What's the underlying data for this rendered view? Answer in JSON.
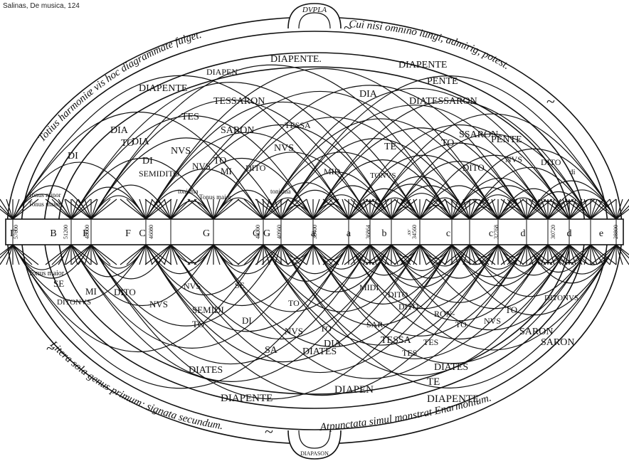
{
  "caption": "Salinas, De musica, 124",
  "top_inscription_left": "Totius harmoniæ vis hoc diagrammate fulget.",
  "top_inscription_right": "Cui nisi omnino iungi, admirig, potest.",
  "top_label": "DVPLA",
  "bottom_inscription_left": "Litera sola genus primum: signata secundum.",
  "bottom_inscription_right": "Atpunctata simul monstrat Enarmonium.",
  "bottom_label": "DIAPASON",
  "upper_band_labels": [
    "DIAPENTE",
    "DIAPENTE.",
    "DIAPENTE",
    "PENTE",
    "DIAPEN",
    "TESSARON",
    "DIA",
    "DIATESSARON",
    "TES",
    "SARON",
    "TESSA",
    "SSARON-",
    "DIA",
    "DIA",
    "TO",
    "NVS",
    "DI",
    "TO",
    "NVS",
    "TE",
    "TO",
    "PENTE",
    "DI",
    "SEMIDITO",
    "NVS",
    "MI",
    "DITO",
    "MID",
    "TONVS",
    "DITO",
    "NVS",
    "di",
    "DITO",
    "Tonus minor",
    "tonisma",
    "tonisma",
    "Tonus maior",
    "Tonus maior"
  ],
  "lower_band_labels": [
    "Tonus maior",
    "SE",
    "MI",
    "DITO",
    "NVS",
    "SE",
    "MIDI",
    "DITO",
    "NVS",
    "SEMIDI",
    "TO",
    "DI",
    "TO",
    "NVS",
    "TO",
    "DITONVS",
    "DITONVS",
    "TO",
    "DITO",
    "RON-",
    "TO",
    "NVS",
    "SAR",
    "DIA",
    "TESSA",
    "TES",
    "SARON",
    "DIATES",
    "SA",
    "TES",
    "DIATES",
    "SARON",
    "DIATES",
    "DIAPENTE",
    "DIAPEN",
    "TE",
    "DIAPENTE"
  ],
  "scale_notes": [
    "Γ",
    "B",
    "F",
    "F",
    "C",
    "G",
    "G",
    "G",
    "a",
    "a",
    "b",
    "♮",
    "c",
    "c",
    "d",
    "d",
    "e"
  ],
  "scale_numbers": [
    "57600",
    "51200",
    "48000",
    "46080",
    "43200",
    "40960",
    "38400",
    "36864",
    "34560",
    "32768",
    "30720",
    "28800"
  ]
}
